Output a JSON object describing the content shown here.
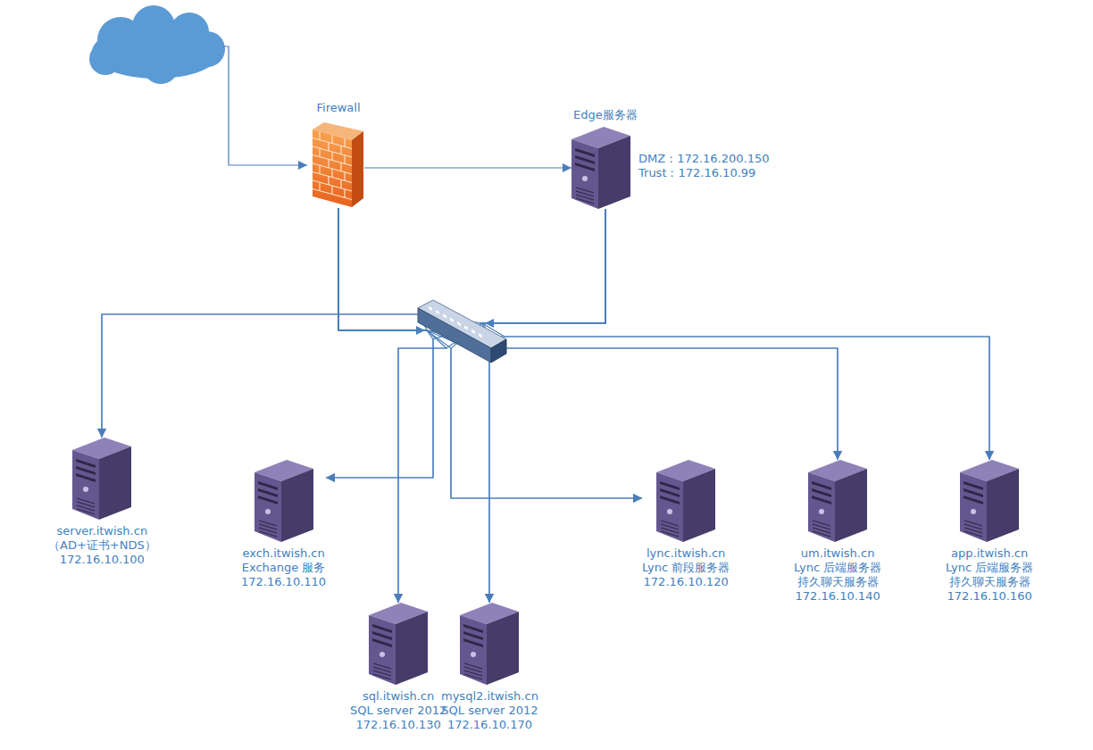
{
  "diagram": {
    "nodes": [
      {
        "text": [
          "Firewall"
        ]
      },
      {
        "text": [
          "Edge服务器",
          "DMZ：172.16.200.150",
          "Trust：172.16.10.99"
        ]
      },
      {
        "text": [
          "server.itwish.cn",
          "（AD+证书+NDS）",
          "172.16.10.100"
        ]
      },
      {
        "text": [
          "exch.itwish.cn",
          "Exchange 服务",
          "172.16.10.110"
        ]
      },
      {
        "text": [
          "lync.itwish.cn",
          "Lync 前段服务器",
          "172.16.10.120"
        ]
      },
      {
        "text": [
          "um.itwish.cn",
          "Lync 后端服务器",
          "持久聊天服务器",
          "172.16.10.140"
        ]
      },
      {
        "text": [
          "app.itwish.cn",
          "Lync 后端服务器",
          "持久聊天服务器",
          "172.16.10.160"
        ]
      },
      {
        "text": [
          "sql.itwish.cn",
          "SQL server 2012",
          "172.16.10.130"
        ]
      },
      {
        "text": [
          "mysql2.itwish.cn",
          "SQL server 2012",
          "172.16.10.170"
        ]
      }
    ],
    "edges": [
      {
        "from": 0,
        "to": 1,
        "arrow": "to"
      },
      {
        "from": 0,
        "to": 2,
        "arrow": "to"
      },
      {
        "from": 0,
        "to": 3,
        "arrow": "to"
      },
      {
        "from": 0,
        "to": 4,
        "arrow": "to"
      },
      {
        "from": 0,
        "to": 5,
        "arrow": "to"
      },
      {
        "from": 0,
        "to": 6,
        "arrow": "to"
      },
      {
        "from": 0,
        "to": 7,
        "arrow": "to"
      },
      {
        "from": 0,
        "to": 8,
        "arrow": "to"
      },
      {
        "from": 1,
        "to": 2,
        "arrow": "to"
      },
      {
        "from": 1,
        "to": 3,
        "arrow": "to"
      },
      {
        "from": 1,
        "to": 4,
        "arrow": "to"
      },
      {
        "from": 1,
        "to": 5,
        "arrow": "to"
      },
      {
        "from": 1,
        "to": 6,
        "arrow": "to"
      },
      {
        "from": 1,
        "to": 7,
        "arrow": "to"
      },
      {
        "from": 1,
        "to": 8,
        "arrow": "to"
      }
    ]
  }
}
